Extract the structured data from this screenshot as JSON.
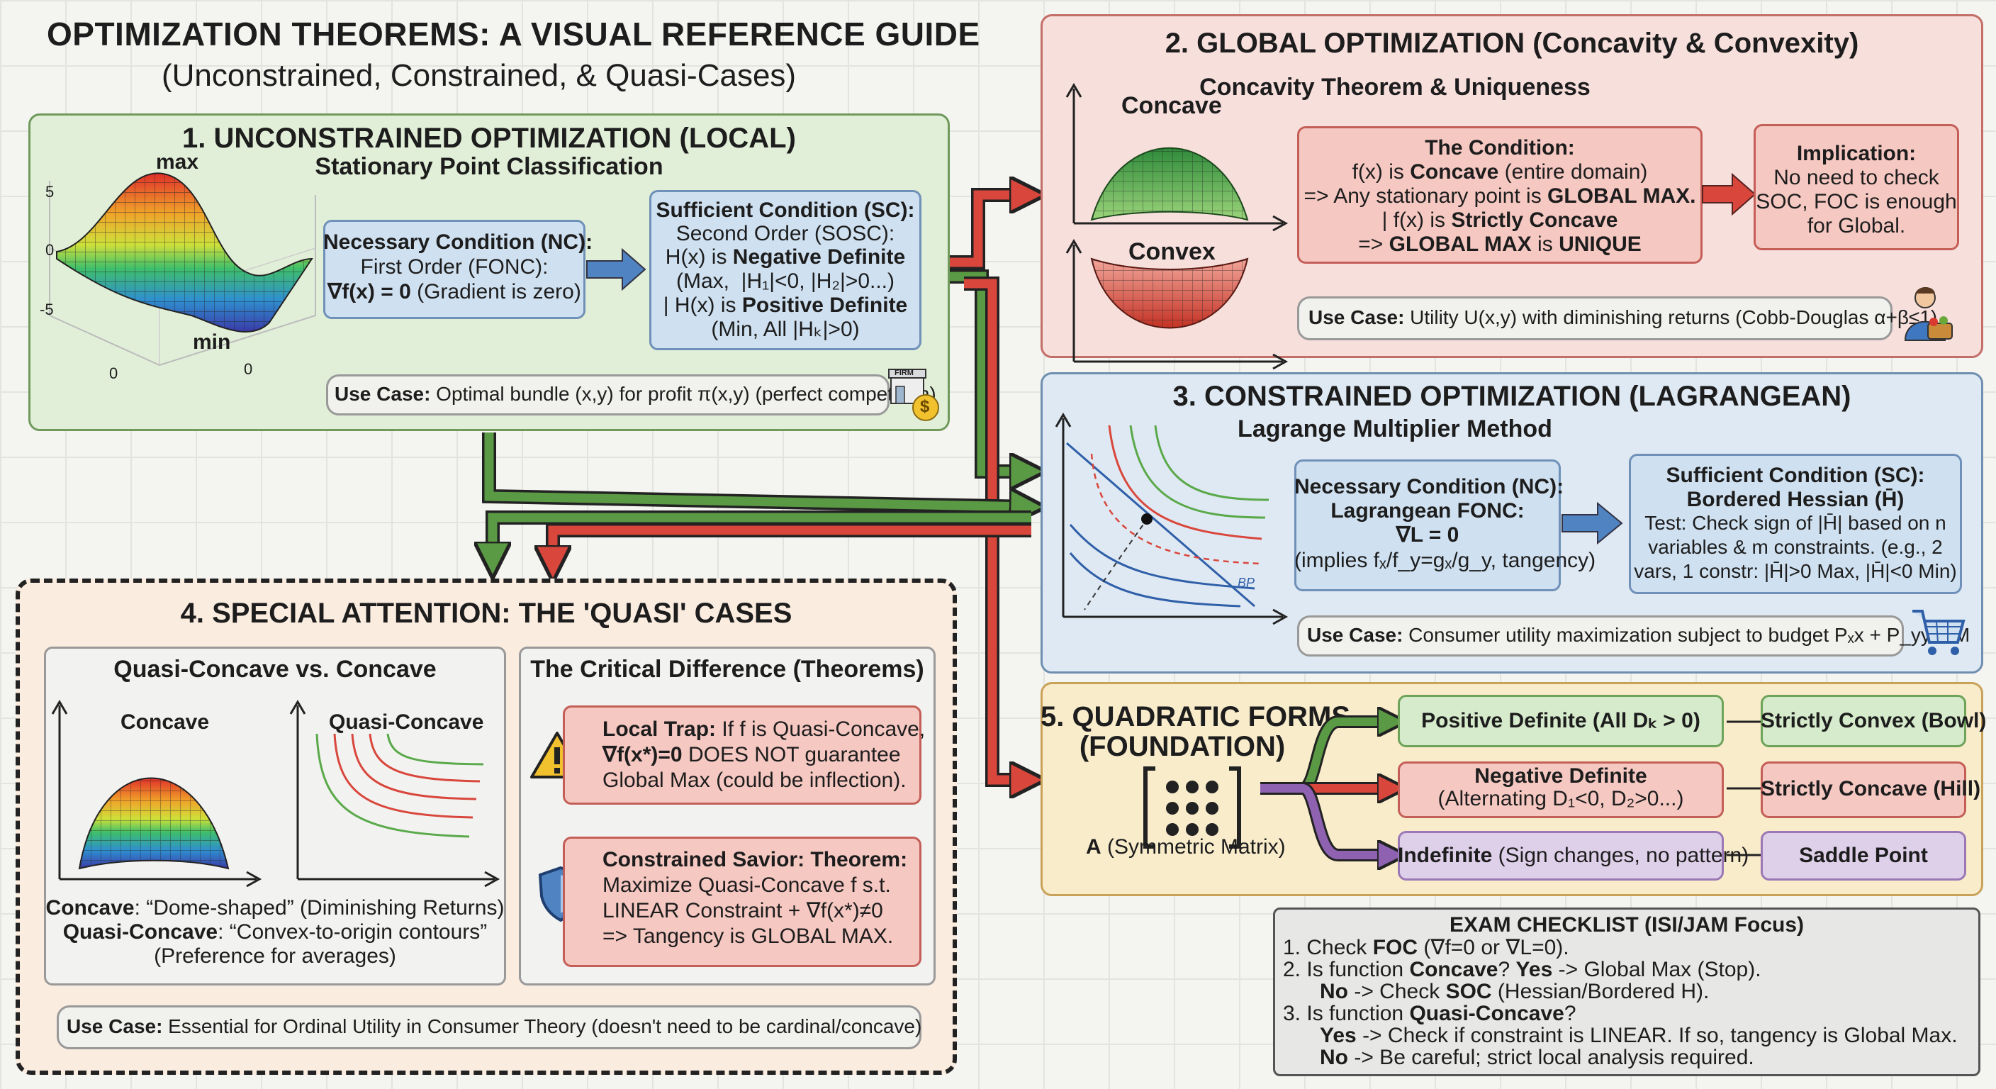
{
  "title": "OPTIMIZATION THEOREMS: A VISUAL REFERENCE GUIDE",
  "subtitle": "(Unconstrained, Constrained, & Quasi-Cases)",
  "colors": {
    "green": "#5b9a45",
    "red": "#d9473c",
    "blue": "#4f83c2",
    "purple": "#8e62b0"
  },
  "s1": {
    "title": "1. UNCONSTRAINED OPTIMIZATION (LOCAL)",
    "subtitle": "Stationary Point Classification",
    "plot": {
      "max": "max",
      "min": "min",
      "z5": "5",
      "z0": "0",
      "zm5": "-5",
      "x0a": "0",
      "x0b": "0"
    },
    "nc": {
      "l1": "Necessary Condition (NC):",
      "l2": "First Order (FONC):",
      "l3a": "∇f(x) = 0",
      "l3b": " (Gradient is zero)"
    },
    "sc": {
      "l1": "Sufficient Condition (SC):",
      "l2": "Second Order (SOSC):",
      "l3a": "H(x) is ",
      "l3b": "Negative Definite",
      "l4": "(Max,  |H₁|<0, |H₂|>0...)",
      "l5a": "| H(x) is ",
      "l5b": "Positive Definite",
      "l6": "(Min, All |Hₖ|>0)"
    },
    "usecase": {
      "label": "Use Case:",
      "text": " Optimal bundle (x,y) for profit π(x,y) (perfect competition)",
      "firm": "FIRM",
      "money": "$"
    }
  },
  "s2": {
    "title": "2. GLOBAL OPTIMIZATION (Concavity & Convexity)",
    "subtitle": "Concavity Theorem & Uniqueness",
    "concave": "Concave",
    "convex": "Convex",
    "cond": {
      "l1": "The Condition:",
      "l2a": "f(x) is ",
      "l2b": "Concave",
      "l2c": " (entire domain)",
      "l3a": "=> Any stationary point is ",
      "l3b": "GLOBAL MAX.",
      "l4a": "| f(x) is ",
      "l4b": "Strictly Concave",
      "l5a": "=> ",
      "l5b": "GLOBAL MAX",
      "l5c": " is ",
      "l5d": "UNIQUE"
    },
    "impl": {
      "l1": "Implication:",
      "l2": "No need to check",
      "l3": "SOC, FOC is enough",
      "l4": "for Global."
    },
    "usecase": {
      "label": "Use Case:",
      "text": " Utility U(x,y) with diminishing returns (Cobb-Douglas α+β≤1)"
    }
  },
  "s3": {
    "title": "3. CONSTRAINED OPTIMIZATION (LAGRANGEAN)",
    "subtitle": "Lagrange Multiplier Method",
    "plot_label": "BP",
    "nc": {
      "l1": "Necessary Condition (NC):",
      "l2": "Lagrangean FONC:",
      "l3": "∇L = 0",
      "l4": "(implies fₓ/f_y=gₓ/g_y, tangency)"
    },
    "sc": {
      "l1": "Sufficient Condition (SC):",
      "l2": "Bordered Hessian (H̄)",
      "l3": "Test: Check sign of |H̄| based on n",
      "l4": "variables & m constraints. (e.g., 2",
      "l5": "vars, 1 constr: |H̄|>0 Max, |H̄|<0 Min)"
    },
    "usecase": {
      "label": "Use Case:",
      "text": " Consumer utility maximization subject to budget Pₓx + P_yy = M"
    }
  },
  "s4": {
    "title": "4. SPECIAL ATTENTION: THE 'QUASI' CASES",
    "left": {
      "title": "Quasi-Concave vs. Concave",
      "concave": "Concave",
      "quasi": "Quasi-Concave",
      "c1a": "Concave",
      "c1b": ": “Dome-shaped” (Diminishing Returns)",
      "c2a": "Quasi-Concave",
      "c2b": ": “Convex-to-origin contours”",
      "c3": "(Preference for averages)"
    },
    "right": {
      "title": "The Critical Difference (Theorems)",
      "trap": {
        "a": "Local Trap:",
        "b": " If f is Quasi-Concave,",
        "c": "∇f(x*)=0",
        "d": " DOES NOT guarantee",
        "e": "Global Max (could be inflection)."
      },
      "savior": {
        "a": "Constrained Savior: Theorem:",
        "b": "Maximize Quasi-Concave f s.t.",
        "c": "LINEAR Constraint + ∇f(x*)≠0",
        "d": "=> Tangency is GLOBAL MAX."
      }
    },
    "usecase": {
      "label": "Use Case:",
      "text": " Essential for Ordinal Utility in Consumer Theory (doesn't need to be cardinal/concave)"
    }
  },
  "s5": {
    "title1": "5. QUADRATIC FORMS",
    "title2": "(FOUNDATION)",
    "matrix_a": "A",
    "matrix_b": " (Symmetric Matrix)",
    "pd": "Positive Definite (All Dₖ > 0)",
    "nd1": "Negative Definite",
    "nd2": "(Alternating D₁<0, D₂>0...)",
    "ind_a": "Indefinite",
    "ind_b": " (Sign changes, no pattern)",
    "out1": "Strictly Convex (Bowl)",
    "out2": "Strictly Concave (Hill)",
    "out3": "Saddle Point"
  },
  "exam": {
    "title": "EXAM CHECKLIST (ISI/JAM Focus)",
    "l1a": "1. Check ",
    "l1b": "FOC",
    "l1c": " (∇f=0 or ∇L=0).",
    "l2a": "2. Is function ",
    "l2b": "Concave",
    "l2c": "? ",
    "l2d": "Yes",
    "l2e": " -> Global Max (Stop).",
    "l3a": "No",
    "l3b": " -> Check ",
    "l3c": "SOC",
    "l3d": " (Hessian/Bordered H).",
    "l4a": "3. Is function ",
    "l4b": "Quasi-Concave",
    "l4c": "?",
    "l5a": "Yes",
    "l5b": " -> Check if constraint is LINEAR. If so, tangency is Global Max.",
    "l6a": "No",
    "l6b": " -> Be careful; strict local analysis required."
  }
}
